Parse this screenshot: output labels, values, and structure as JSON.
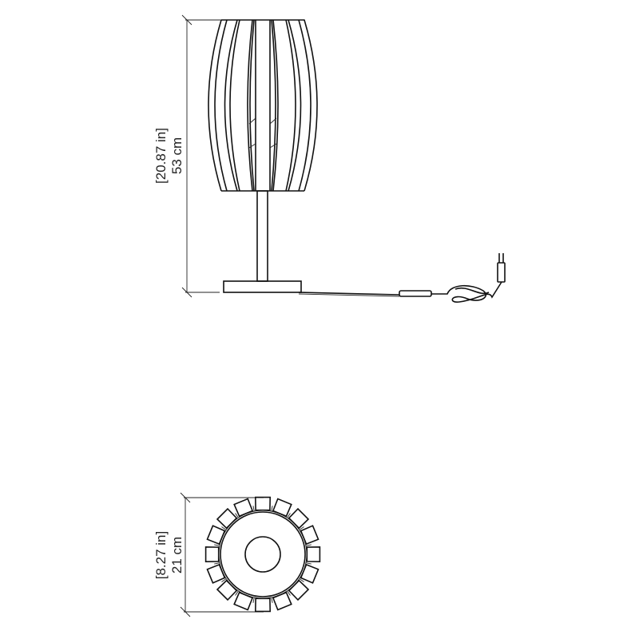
{
  "front_view": {
    "height_in": "[20.87 in]",
    "height_cm": "53 cm"
  },
  "top_view": {
    "diameter_in": "[8.27 in]",
    "diameter_cm": "21 cm",
    "slat_count": 16
  },
  "colors": {
    "line": "#111111",
    "background": "#ffffff"
  }
}
